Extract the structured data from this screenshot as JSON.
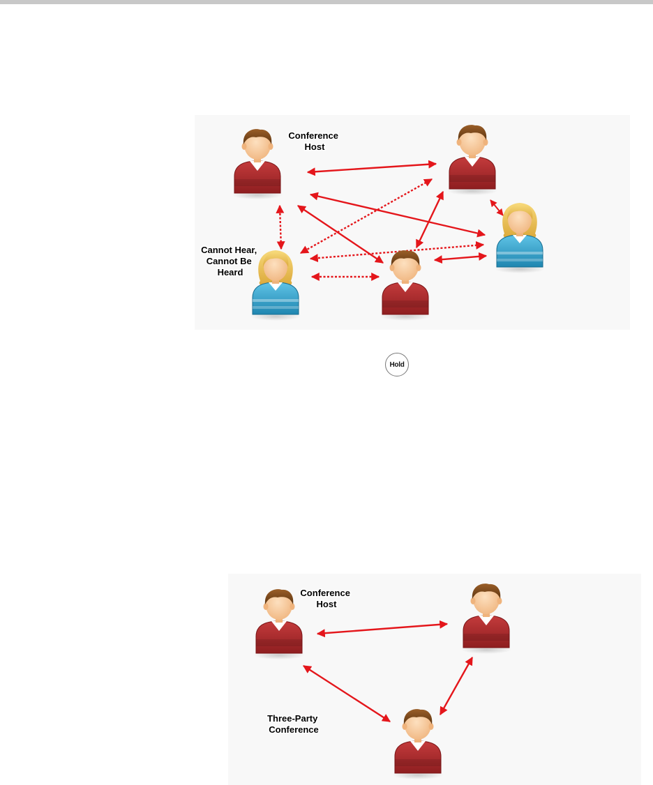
{
  "diagram_top": {
    "host_label": [
      "Conference",
      "Host"
    ],
    "muted_label": [
      "Cannot Hear,",
      "Cannot Be",
      "Heard"
    ]
  },
  "hold_button": {
    "label": "Hold"
  },
  "diagram_bottom": {
    "host_label": [
      "Conference",
      "Host"
    ],
    "conference_label": [
      "Three-Party",
      "Conference"
    ]
  },
  "colors": {
    "arrow": "#e4161b",
    "male_shirt": "#b22a2c",
    "female_shirt": "#3aa6cf",
    "skin": "#f7c99c",
    "hair_brown": "#7a4a1e",
    "hair_blonde": "#f0c85a"
  }
}
